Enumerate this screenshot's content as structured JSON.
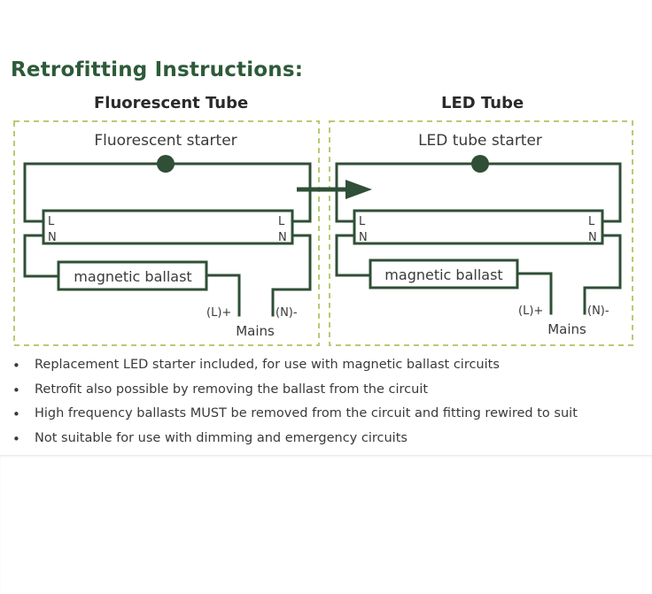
{
  "title": "Retrofitting Instructions:",
  "left_panel": {
    "heading": "Fluorescent Tube",
    "starter_label": "Fluorescent starter",
    "tube_left_l": "L",
    "tube_left_n": "N",
    "tube_right_l": "L",
    "tube_right_n": "N",
    "ballast_label": "magnetic ballast",
    "live_label": "(L)+",
    "neutral_label": "(N)-",
    "mains_label": "Mains"
  },
  "right_panel": {
    "heading": "LED Tube",
    "starter_label": "LED tube starter",
    "tube_left_l": "L",
    "tube_left_n": "N",
    "tube_right_l": "L",
    "tube_right_n": "N",
    "ballast_label": "magnetic ballast",
    "live_label": "(L)+",
    "neutral_label": "(N)-",
    "mains_label": "Mains"
  },
  "bullets": [
    "Replacement LED starter included, for use with magnetic ballast circuits",
    "Retrofit also possible by removing the ballast from the circuit",
    "High frequency ballasts MUST be removed from the circuit and fitting rewired to suit",
    "Not suitable for use with dimming and emergency circuits"
  ],
  "colors": {
    "wire": "#2f4f36",
    "frame_dash": "#b5cc72",
    "title": "#2e5a3a"
  }
}
